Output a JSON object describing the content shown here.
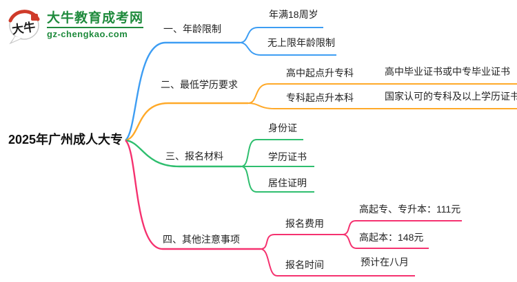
{
  "logo": {
    "icon_text": "大牛",
    "title": "大牛教育成考网",
    "url": "gz-chengkao.com",
    "brand_green": "#1E8A3C",
    "seal_red": "#CF3B2A"
  },
  "mindmap": {
    "root": {
      "label": "2025年广州成人大专"
    },
    "branch_colors": [
      "#3D9DF3",
      "#FFA928",
      "#2EBE6E",
      "#F5316F"
    ],
    "branches": [
      {
        "label": "一、年龄限制",
        "color": "#3D9DF3",
        "children": [
          {
            "label": "年满18周岁"
          },
          {
            "label": "无上限年龄限制"
          }
        ]
      },
      {
        "label": "二、最低学历要求",
        "color": "#FFA928",
        "children": [
          {
            "label": "高中起点升专科",
            "children": [
              {
                "label": "高中毕业证书或中专毕业证书"
              }
            ]
          },
          {
            "label": "专科起点升本科",
            "children": [
              {
                "label": "国家认可的专科及以上学历证书"
              }
            ]
          }
        ]
      },
      {
        "label": "三、报名材料",
        "color": "#2EBE6E",
        "children": [
          {
            "label": "身份证"
          },
          {
            "label": "学历证书"
          },
          {
            "label": "居住证明"
          }
        ]
      },
      {
        "label": "四、其他注意事项",
        "color": "#F5316F",
        "children": [
          {
            "label": "报名费用",
            "children": [
              {
                "label": "高起专、专升本：111元"
              },
              {
                "label": "高起本：148元"
              }
            ]
          },
          {
            "label": "报名时间",
            "children": [
              {
                "label": "预计在八月"
              }
            ]
          }
        ]
      }
    ]
  }
}
